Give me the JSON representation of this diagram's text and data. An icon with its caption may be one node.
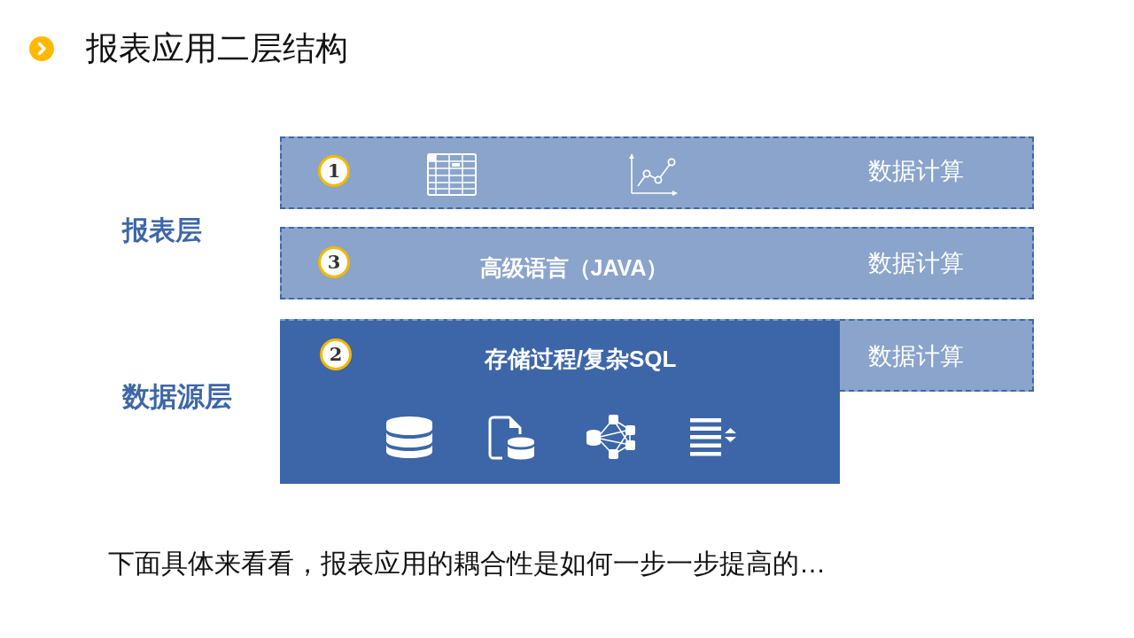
{
  "diagram": {
    "title": "报表应用二层结构",
    "caption": "下面具体来看看，报表应用的耦合性是如何一步一步提高的…",
    "nodes": [
      {
        "text": [
          "数据计算"
        ]
      },
      {
        "text": [
          "1"
        ],
        "in": 0
      },
      {
        "text": [
          "高级语言（JAVA）",
          "数据计算"
        ]
      },
      {
        "text": [
          "3"
        ],
        "in": 2
      },
      {
        "text": [
          "数据计算"
        ]
      },
      {
        "text": [
          "存储过程/复杂SQL"
        ]
      },
      {
        "text": [
          "2"
        ],
        "in": 5
      }
    ],
    "labels": [
      "报表层",
      "数据源层"
    ]
  }
}
